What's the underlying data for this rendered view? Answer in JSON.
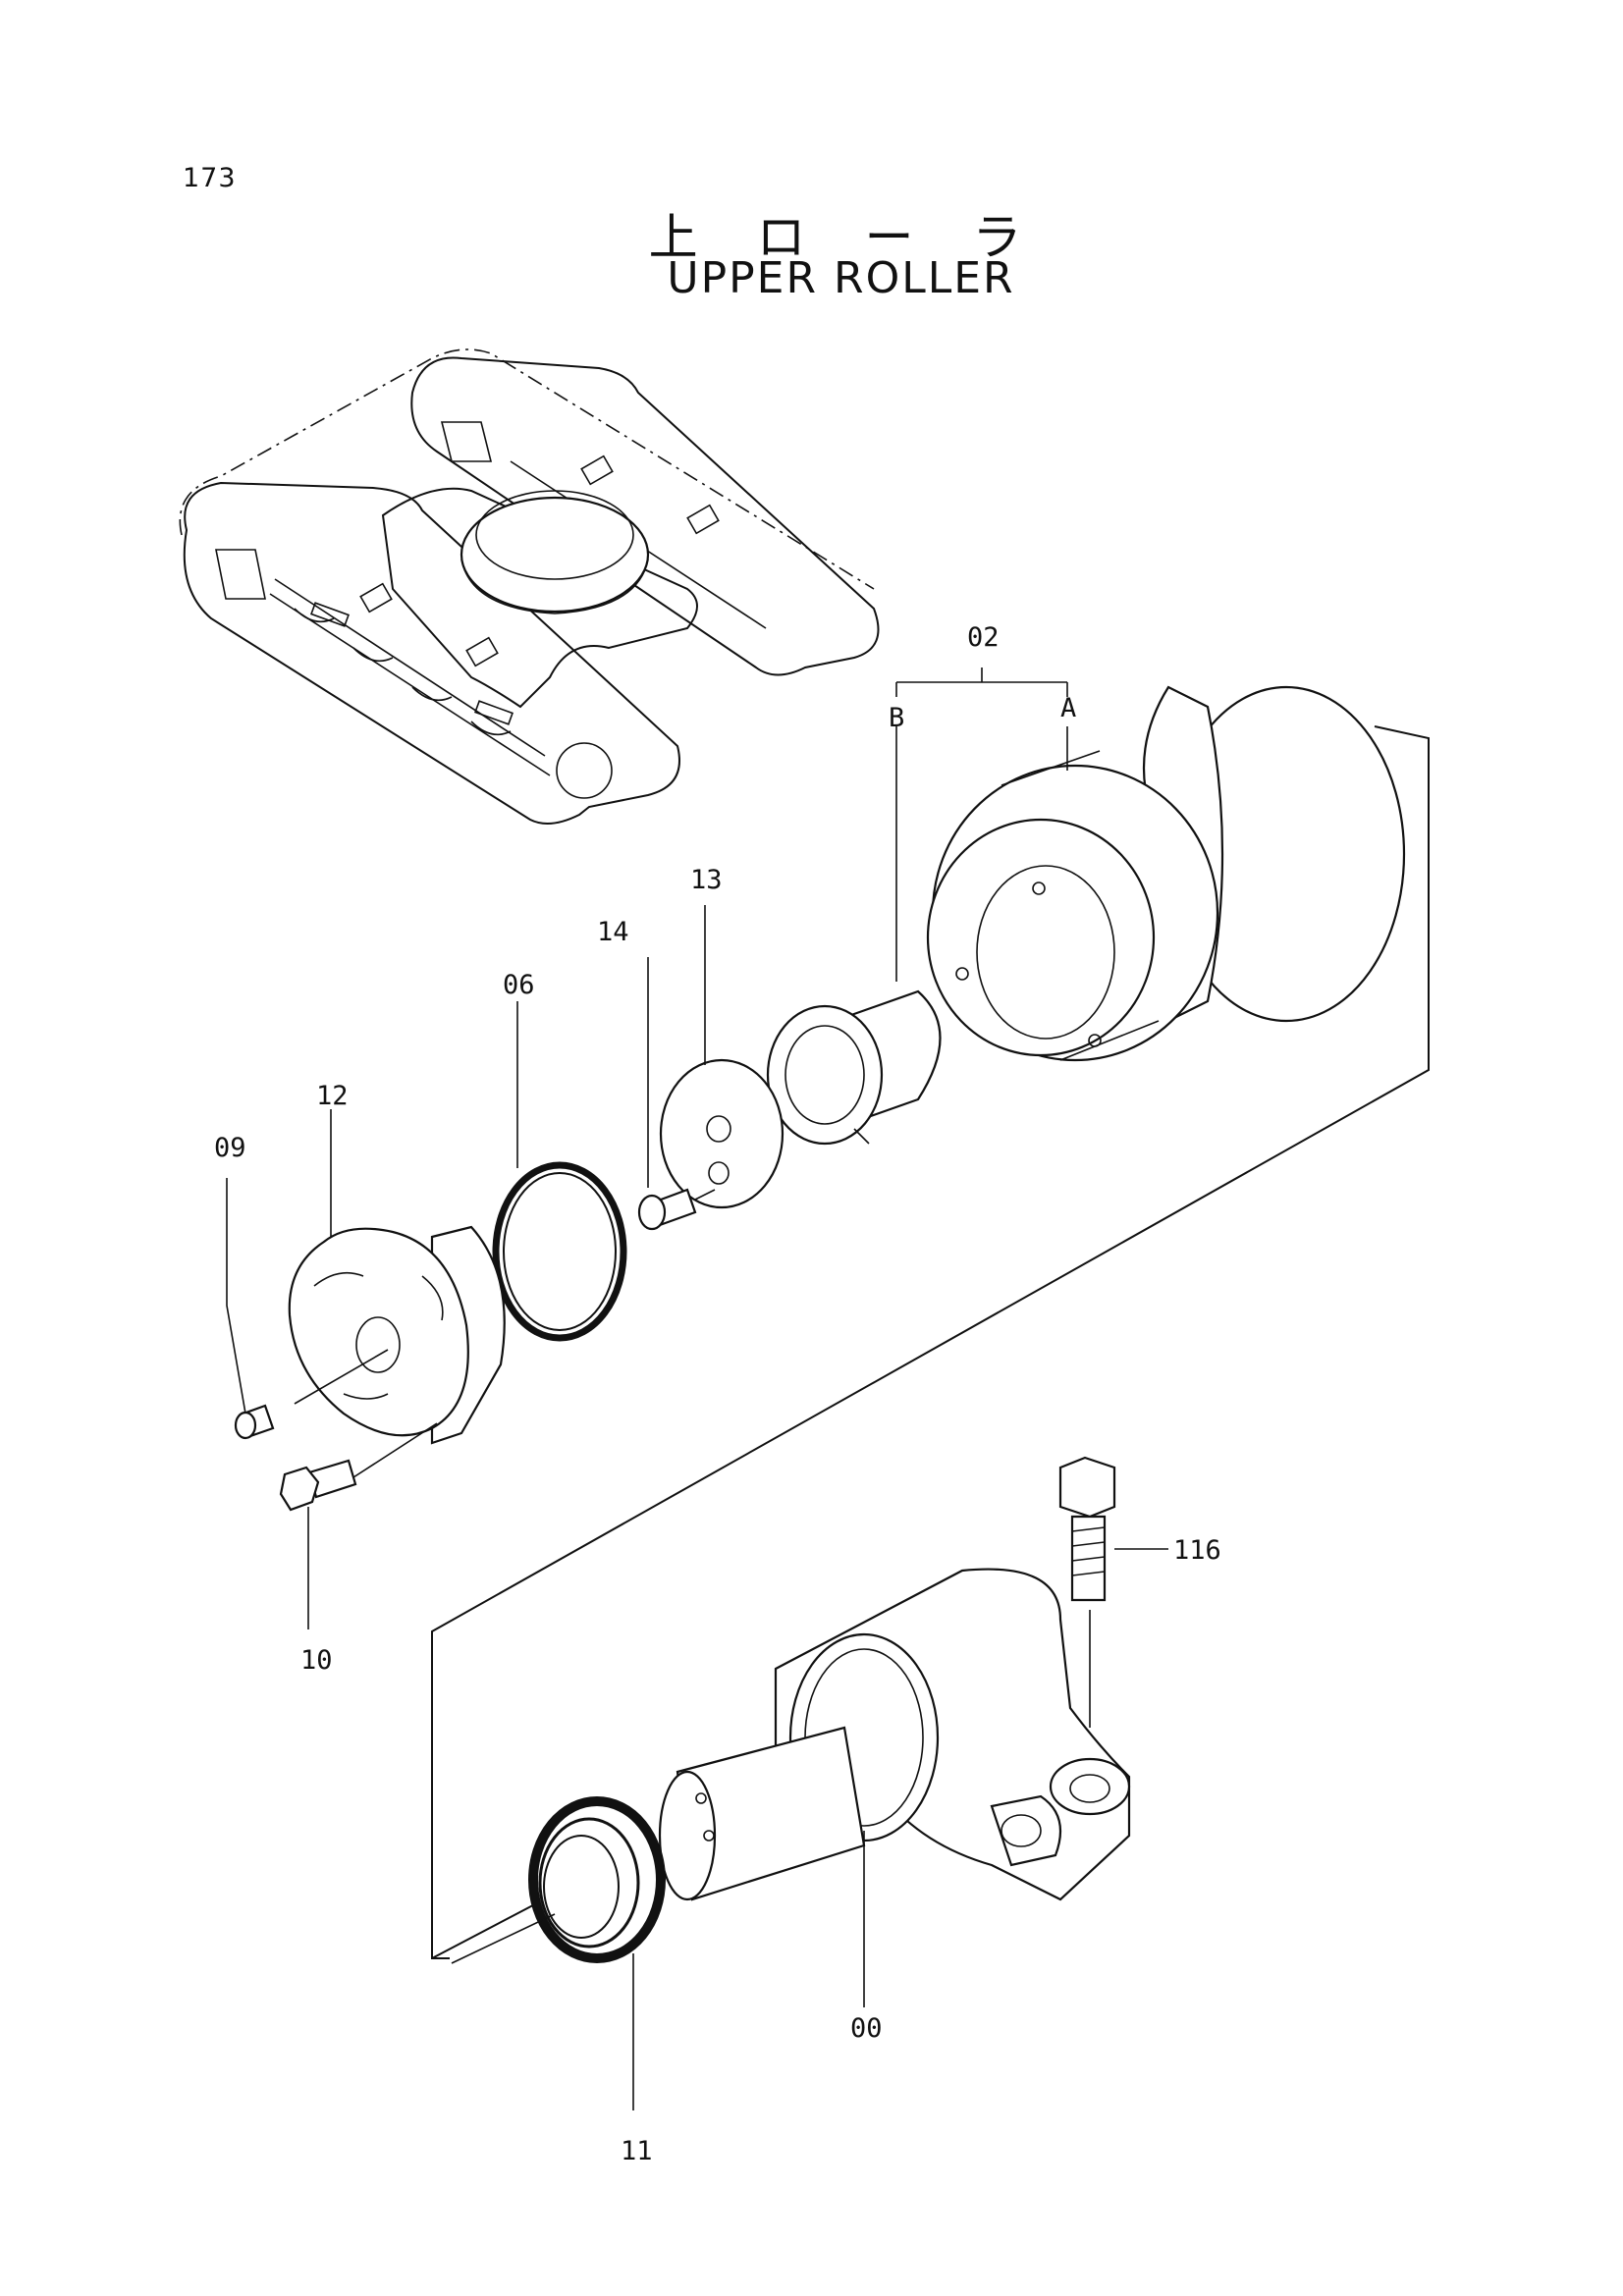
{
  "page": {
    "number": "173"
  },
  "title": {
    "japanese": "上 ロ ー ラ",
    "english": "UPPER ROLLER"
  },
  "callouts": {
    "p02": "02",
    "pA": "A",
    "pB": "B",
    "p13": "13",
    "p14": "14",
    "p06": "06",
    "p12": "12",
    "p09": "09",
    "p10": "10",
    "p116": "116",
    "p00": "00",
    "p11": "11"
  }
}
